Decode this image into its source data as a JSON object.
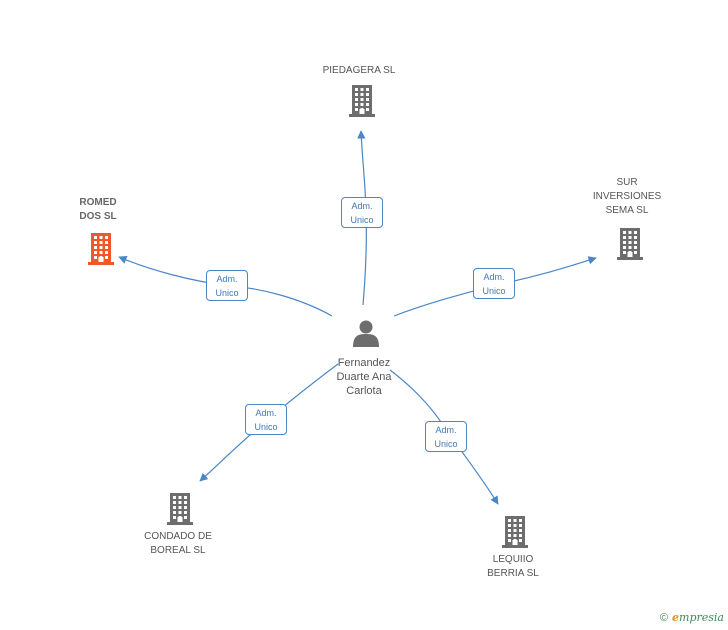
{
  "center": {
    "name": "Fernandez\nDuarte Ana\nCarlota",
    "icon": "person-icon"
  },
  "companies": [
    {
      "id": "piedagera",
      "name": "PIEDAGERA SL",
      "highlight": false,
      "icon": "building-icon"
    },
    {
      "id": "romed",
      "name": "ROMED\nDOS SL",
      "highlight": true,
      "icon": "building-icon"
    },
    {
      "id": "sur",
      "name": "SUR\nINVERSIONES\nSEMA SL",
      "highlight": false,
      "icon": "building-icon"
    },
    {
      "id": "condado",
      "name": "CONDADO DE\nBOREAL SL",
      "highlight": false,
      "icon": "building-icon"
    },
    {
      "id": "lequiio",
      "name": "LEQUIIO\nBERRIA SL",
      "highlight": false,
      "icon": "building-icon"
    }
  ],
  "edges": [
    {
      "to": "piedagera",
      "line1": "Adm.",
      "line2": "Unico"
    },
    {
      "to": "romed",
      "line1": "Adm.",
      "line2": "Unico"
    },
    {
      "to": "sur",
      "line1": "Adm.",
      "line2": "Unico"
    },
    {
      "to": "condado",
      "line1": "Adm.",
      "line2": "Unico"
    },
    {
      "to": "lequiio",
      "line1": "Adm.",
      "line2": "Unico"
    }
  ],
  "colors": {
    "edge": "#4a86c8",
    "building": "#6d6d6d",
    "building_highlight": "#f0582a",
    "person": "#6d6d6d"
  },
  "footer": {
    "copyright": "©",
    "brand_initial": "e",
    "brand_rest": "mpresia"
  }
}
